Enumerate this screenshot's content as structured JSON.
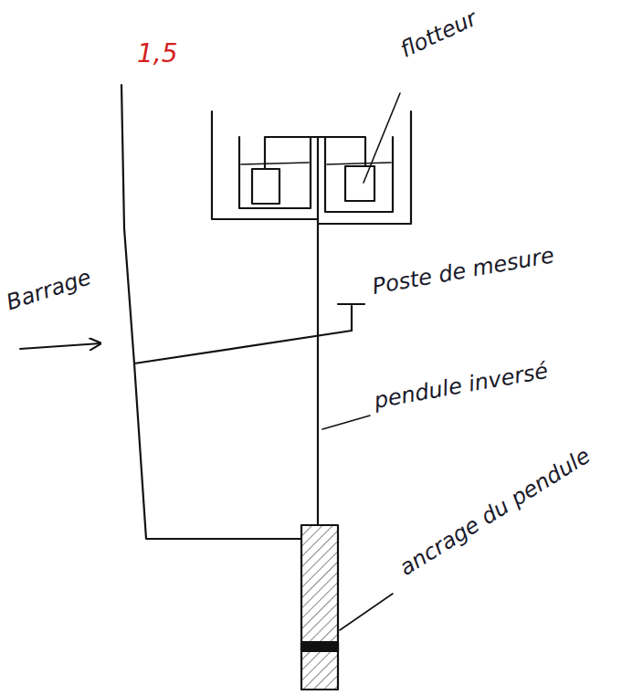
{
  "diagram": {
    "labels": [
      "1,5",
      "flotteur",
      "Barrage",
      "Poste de mesure",
      "pendule inversé",
      "ancrage du pendule"
    ]
  }
}
